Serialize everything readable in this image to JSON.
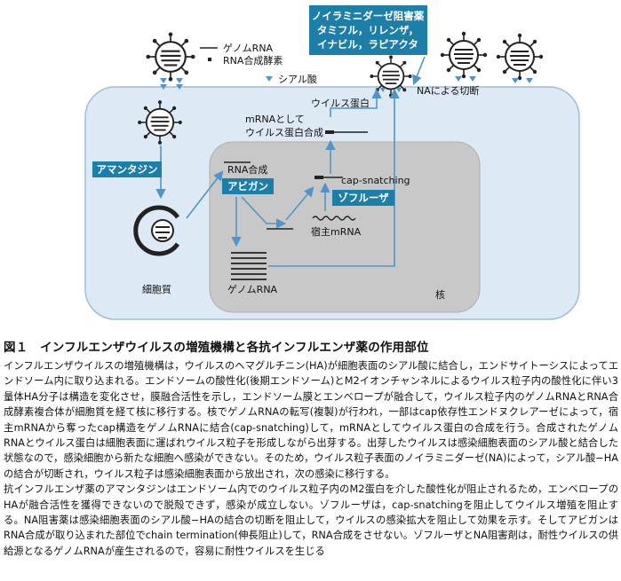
{
  "figure": {
    "legend": {
      "genome_rna": "ゲノムRNA",
      "rna_enzyme": "RNA合成酵素"
    },
    "labels": {
      "sialic_acid": "シアル酸",
      "cleavage_by_na": "NAによる切断",
      "viral_protein": "ウイルス蛋白",
      "mrna_protein_line1": "mRNAとして",
      "mrna_protein_line2": "ウイルス蛋白合成",
      "rna_synthesis": "RNA合成",
      "cap_snatching": "cap-snatching",
      "host_mrna": "宿主mRNA",
      "genome_rna": "ゲノムRNA",
      "cytoplasm": "細胞質",
      "nucleus": "核"
    },
    "drug_boxes": {
      "amantadine": "アマンタジン",
      "avigan": "アビガン",
      "xofluza": "ゾフルーザ",
      "na_inhibitor_title": "ノイラミニダーゼ阻害薬",
      "na_inhibitor_line2": "タミフル，リレンザ，",
      "na_inhibitor_line3": "イナビル，ラピアクタ"
    },
    "colors": {
      "drug_box": "#1d7fa8",
      "cell": "#dde9f4",
      "cell_border": "#9fbdd8",
      "nucleus": "#c8c8c8",
      "arrow": "#4f95c9"
    }
  },
  "caption": {
    "title": "図１　インフルエンザウイルスの増殖機構と各抗インフルエンザ薬の作用部位",
    "paragraph1": "インフルエンザウイルスの増殖機構は，ウイルスのヘマグルチニン(HA)が細胞表面のシアル酸に結合し，エンドサイトーシスによってエンドソーム内に取り込まれる。エンドソームの酸性化(後期エンドソーム)とM2イオンチャンネルによるウイルス粒子内の酸性化に伴い3量体HA分子は構造を変化させ，膜融合活性を示し，エンドソーム膜とエンベロープが融合して，ウイルス粒子内のゲノムRNAとRNA合成酵素複合体が細胞質を経て核に移行する。核でゲノムRNAの転写(複製)が行われ，一部はcap依存性エンドヌクレアーゼによって，宿主mRNAから奪ったcap構造をゲノムRNAに結合(cap-snatching)して，mRNAとしてウイルス蛋白の合成を行う。合成されたゲノムRNAとウイルス蛋白は細胞表面に運ばれウイルス粒子を形成しながら出芽する。出芽したウイルスは感染細胞表面のシアル酸と結合した状態なので，感染細胞から新たな細胞へ感染ができない。そのため，ウイルス粒子表面のノイラミニダーゼ(NA)によって，シアル酸−HAの結合が切断され，ウイルス粒子は感染細胞表面から放出され，次の感染に移行する。",
    "paragraph2": "抗インフルエンザ薬のアマンタジンはエンドソーム内でのウイルス粒子内のM2蛋白を介した酸性化が阻止されるため，エンベロープのHAが融合活性を獲得できないので脱殻できず，感染が成立しない。ゾフルーザは，cap-snatchingを阻止してウイルス増殖を阻止する。NA阻害薬は感染細胞表面のシアル酸−HAの結合の切断を阻止して，ウイルスの感染拡大を阻止して効果を示す。そしてアビガンはRNA合成が取り込まれた部位でchain termination(伸長阻止)して，RNA合成をさせない。ゾフルーザとNA阻害剤は，耐性ウイルスの供給源となるゲノムRNAが産生されるので，容易に耐性ウイルスを生じる"
  }
}
